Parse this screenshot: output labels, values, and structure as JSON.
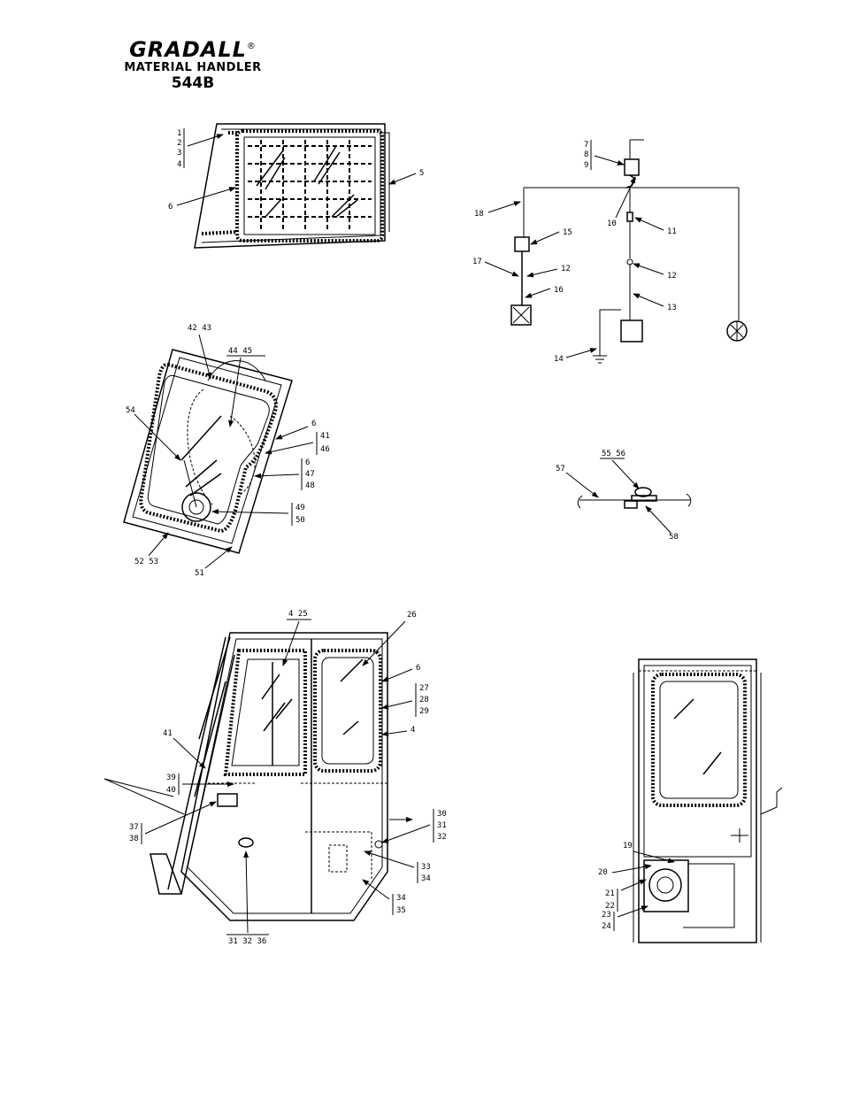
{
  "header": {
    "brand": "GRADALL",
    "registered_mark": "®",
    "subtitle": "MATERIAL HANDLER",
    "model": "544B"
  },
  "callouts": {
    "roof": [
      "1",
      "2",
      "3",
      "4",
      "5",
      "6"
    ],
    "wiring": [
      "7",
      "8",
      "9",
      "10",
      "11",
      "12",
      "12",
      "13",
      "14",
      "15",
      "16",
      "17",
      "18"
    ],
    "door": [
      "42 43",
      "44 45",
      "54",
      "6",
      "41",
      "46",
      "6",
      "47",
      "48",
      "49",
      "50",
      "52 53",
      "51"
    ],
    "wiper": [
      "55 56",
      "57",
      "58"
    ],
    "cab_side": [
      "4 25",
      "26",
      "6",
      "27",
      "28",
      "29",
      "4",
      "41",
      "39",
      "40",
      "37",
      "38",
      "30",
      "31",
      "32",
      "33",
      "34",
      "34",
      "35",
      "31 32 36"
    ],
    "cab_rear": [
      "19",
      "20",
      "21",
      "22",
      "23",
      "24"
    ]
  }
}
